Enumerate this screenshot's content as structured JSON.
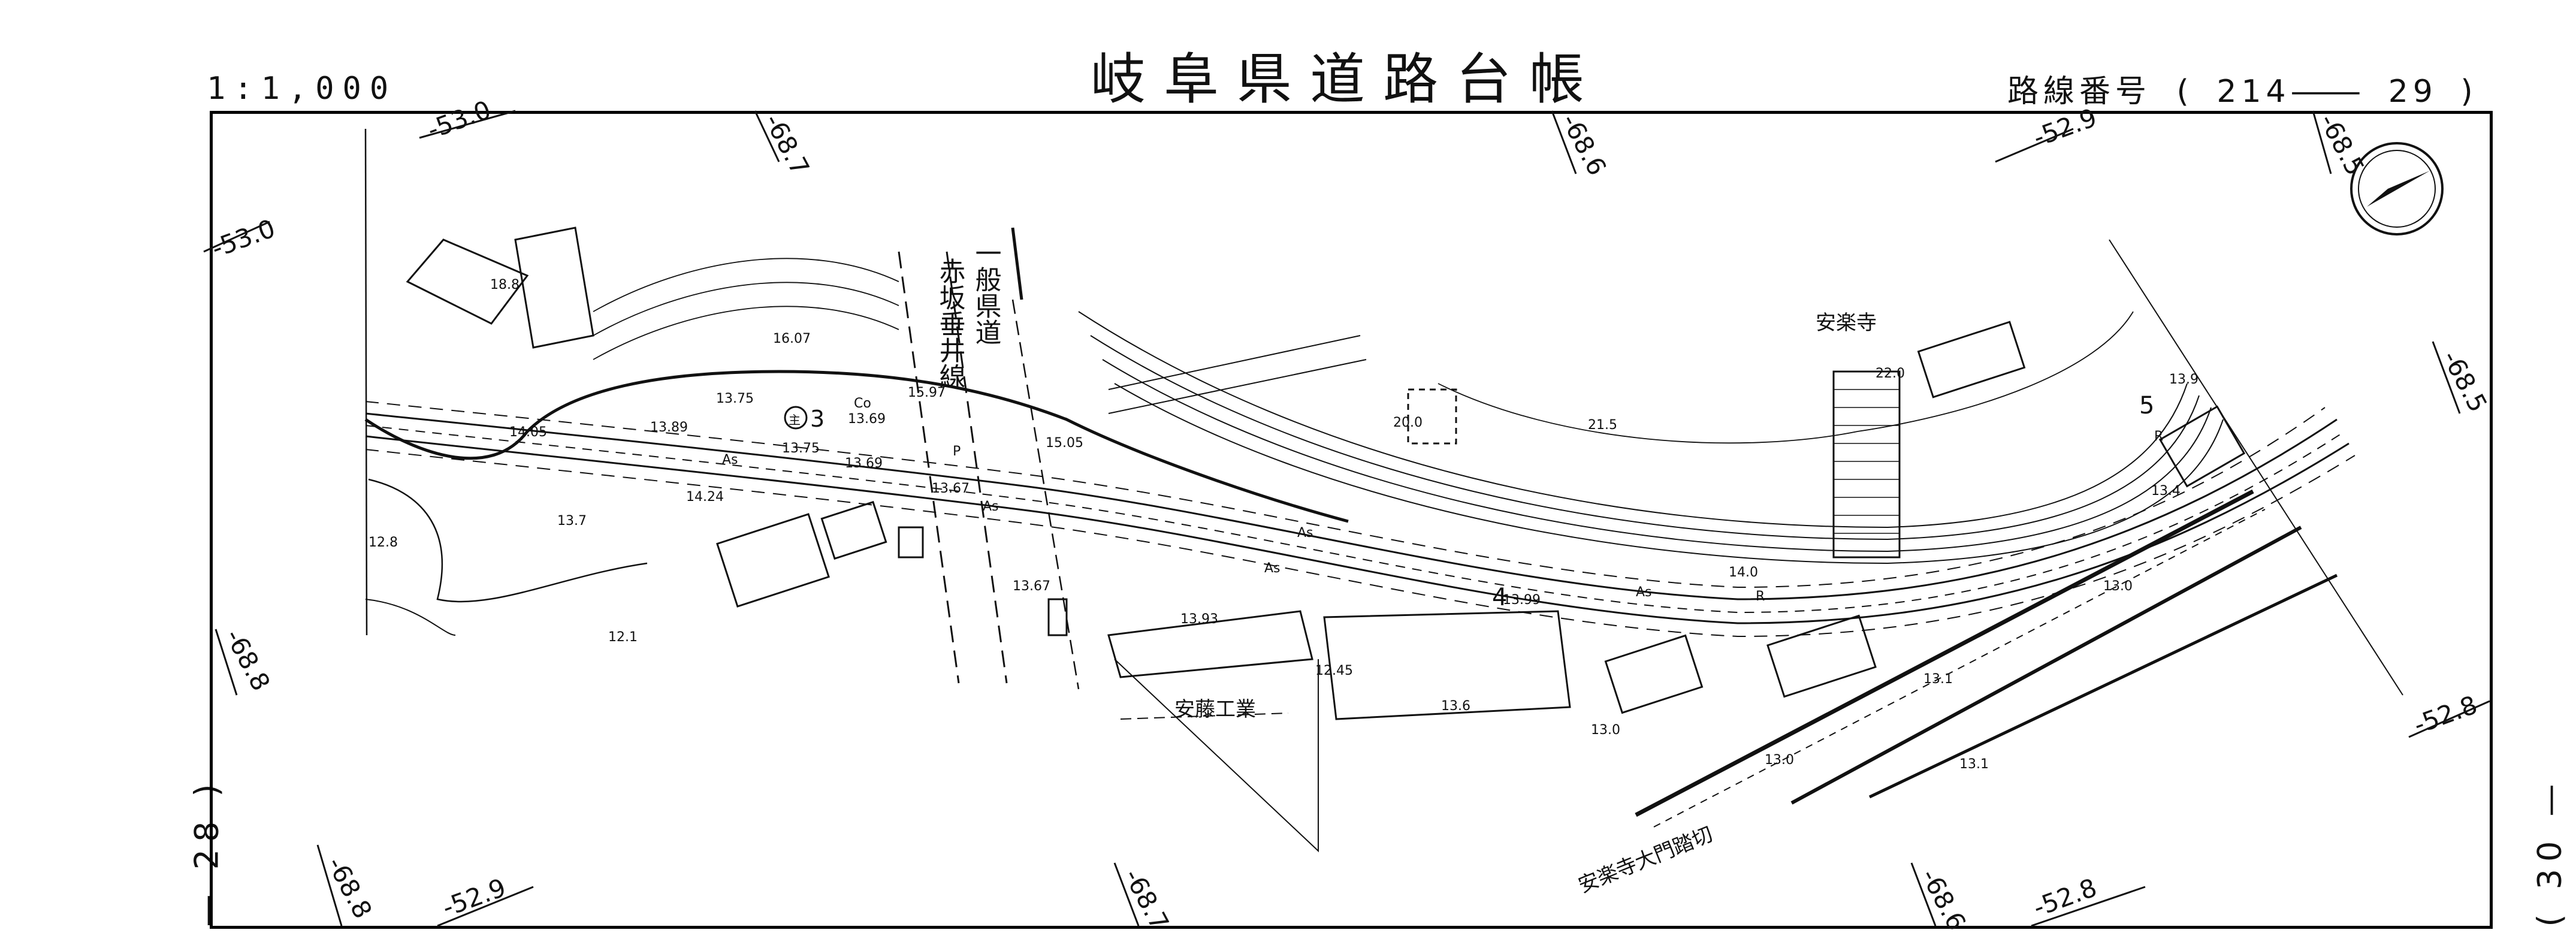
{
  "header": {
    "title": "岐阜県道路台帳",
    "scale": "1:1,000",
    "route_label": "路線番号",
    "route_open": "(",
    "route_number": "214",
    "route_dash": "—",
    "route_sheet": "29",
    "route_close": ")"
  },
  "adjacent_sheets": {
    "left": "— 28 )",
    "right": "( 30 —"
  },
  "grid_labels": [
    {
      "text": "-53.0"
    },
    {
      "text": "-68.7"
    },
    {
      "text": "-68.6"
    },
    {
      "text": "-52.9"
    },
    {
      "text": "-68.5"
    },
    {
      "text": "-53.0"
    },
    {
      "text": "-68.5"
    },
    {
      "text": "-68.8"
    },
    {
      "text": "-52.8"
    },
    {
      "text": "-68.8"
    },
    {
      "text": "-52.9"
    },
    {
      "text": "-68.7"
    },
    {
      "text": "-68.6"
    },
    {
      "text": "-52.8"
    }
  ],
  "place_names": {
    "road_name": "一般県道赤坂垂井線",
    "road_name_col1": "一般県道",
    "road_name_col2": "赤坂垂井線",
    "temple": "安楽寺",
    "factory": "安藤工業",
    "crossing": "安楽寺大門踏切"
  },
  "route_marker": {
    "symbol": "主",
    "number": "3"
  },
  "kilometer_marks": [
    "4",
    "5"
  ],
  "elevations": [
    "18.8",
    "16.07",
    "13.75",
    "13.69",
    "15.97",
    "14.05",
    "13.89",
    "13.75",
    "13.69",
    "13.67",
    "15.05",
    "14.24",
    "13.7",
    "12.8",
    "12.1",
    "13.67",
    "13.93",
    "20.0",
    "21.5",
    "22.0",
    "13.9",
    "13.4",
    "13.0",
    "13.1",
    "13.0",
    "13.0",
    "13.6",
    "13.1",
    "13.99",
    "12.45",
    "14.0"
  ],
  "road_codes": [
    "Co",
    "As",
    "As",
    "As",
    "As",
    "As",
    "P",
    "R",
    "R"
  ],
  "icons": [
    "north-arrow-icon"
  ]
}
